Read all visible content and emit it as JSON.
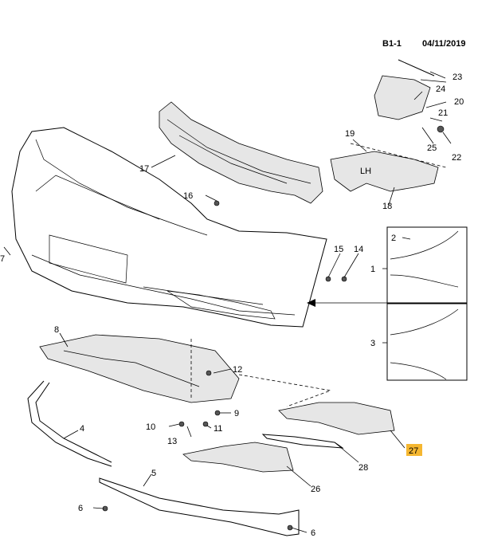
{
  "header": {
    "sheet": "B1-1",
    "date": "04/11/2019"
  },
  "part18_marking": "LH",
  "callouts": {
    "c1": "1",
    "c2": "2",
    "c3": "3",
    "c4": "4",
    "c5": "5",
    "c6a": "6",
    "c6b": "6",
    "c7": "7",
    "c8": "8",
    "c9": "9",
    "c10": "10",
    "c11": "11",
    "c12": "12",
    "c13": "13",
    "c14": "14",
    "c15": "15",
    "c16": "16",
    "c17": "17",
    "c18": "18",
    "c19": "19",
    "c20": "20",
    "c21": "21",
    "c22": "22",
    "c23": "23",
    "c24": "24",
    "c25": "25",
    "c26": "26",
    "c27": "27",
    "c28": "28"
  },
  "highlight_color": "#f5b731"
}
